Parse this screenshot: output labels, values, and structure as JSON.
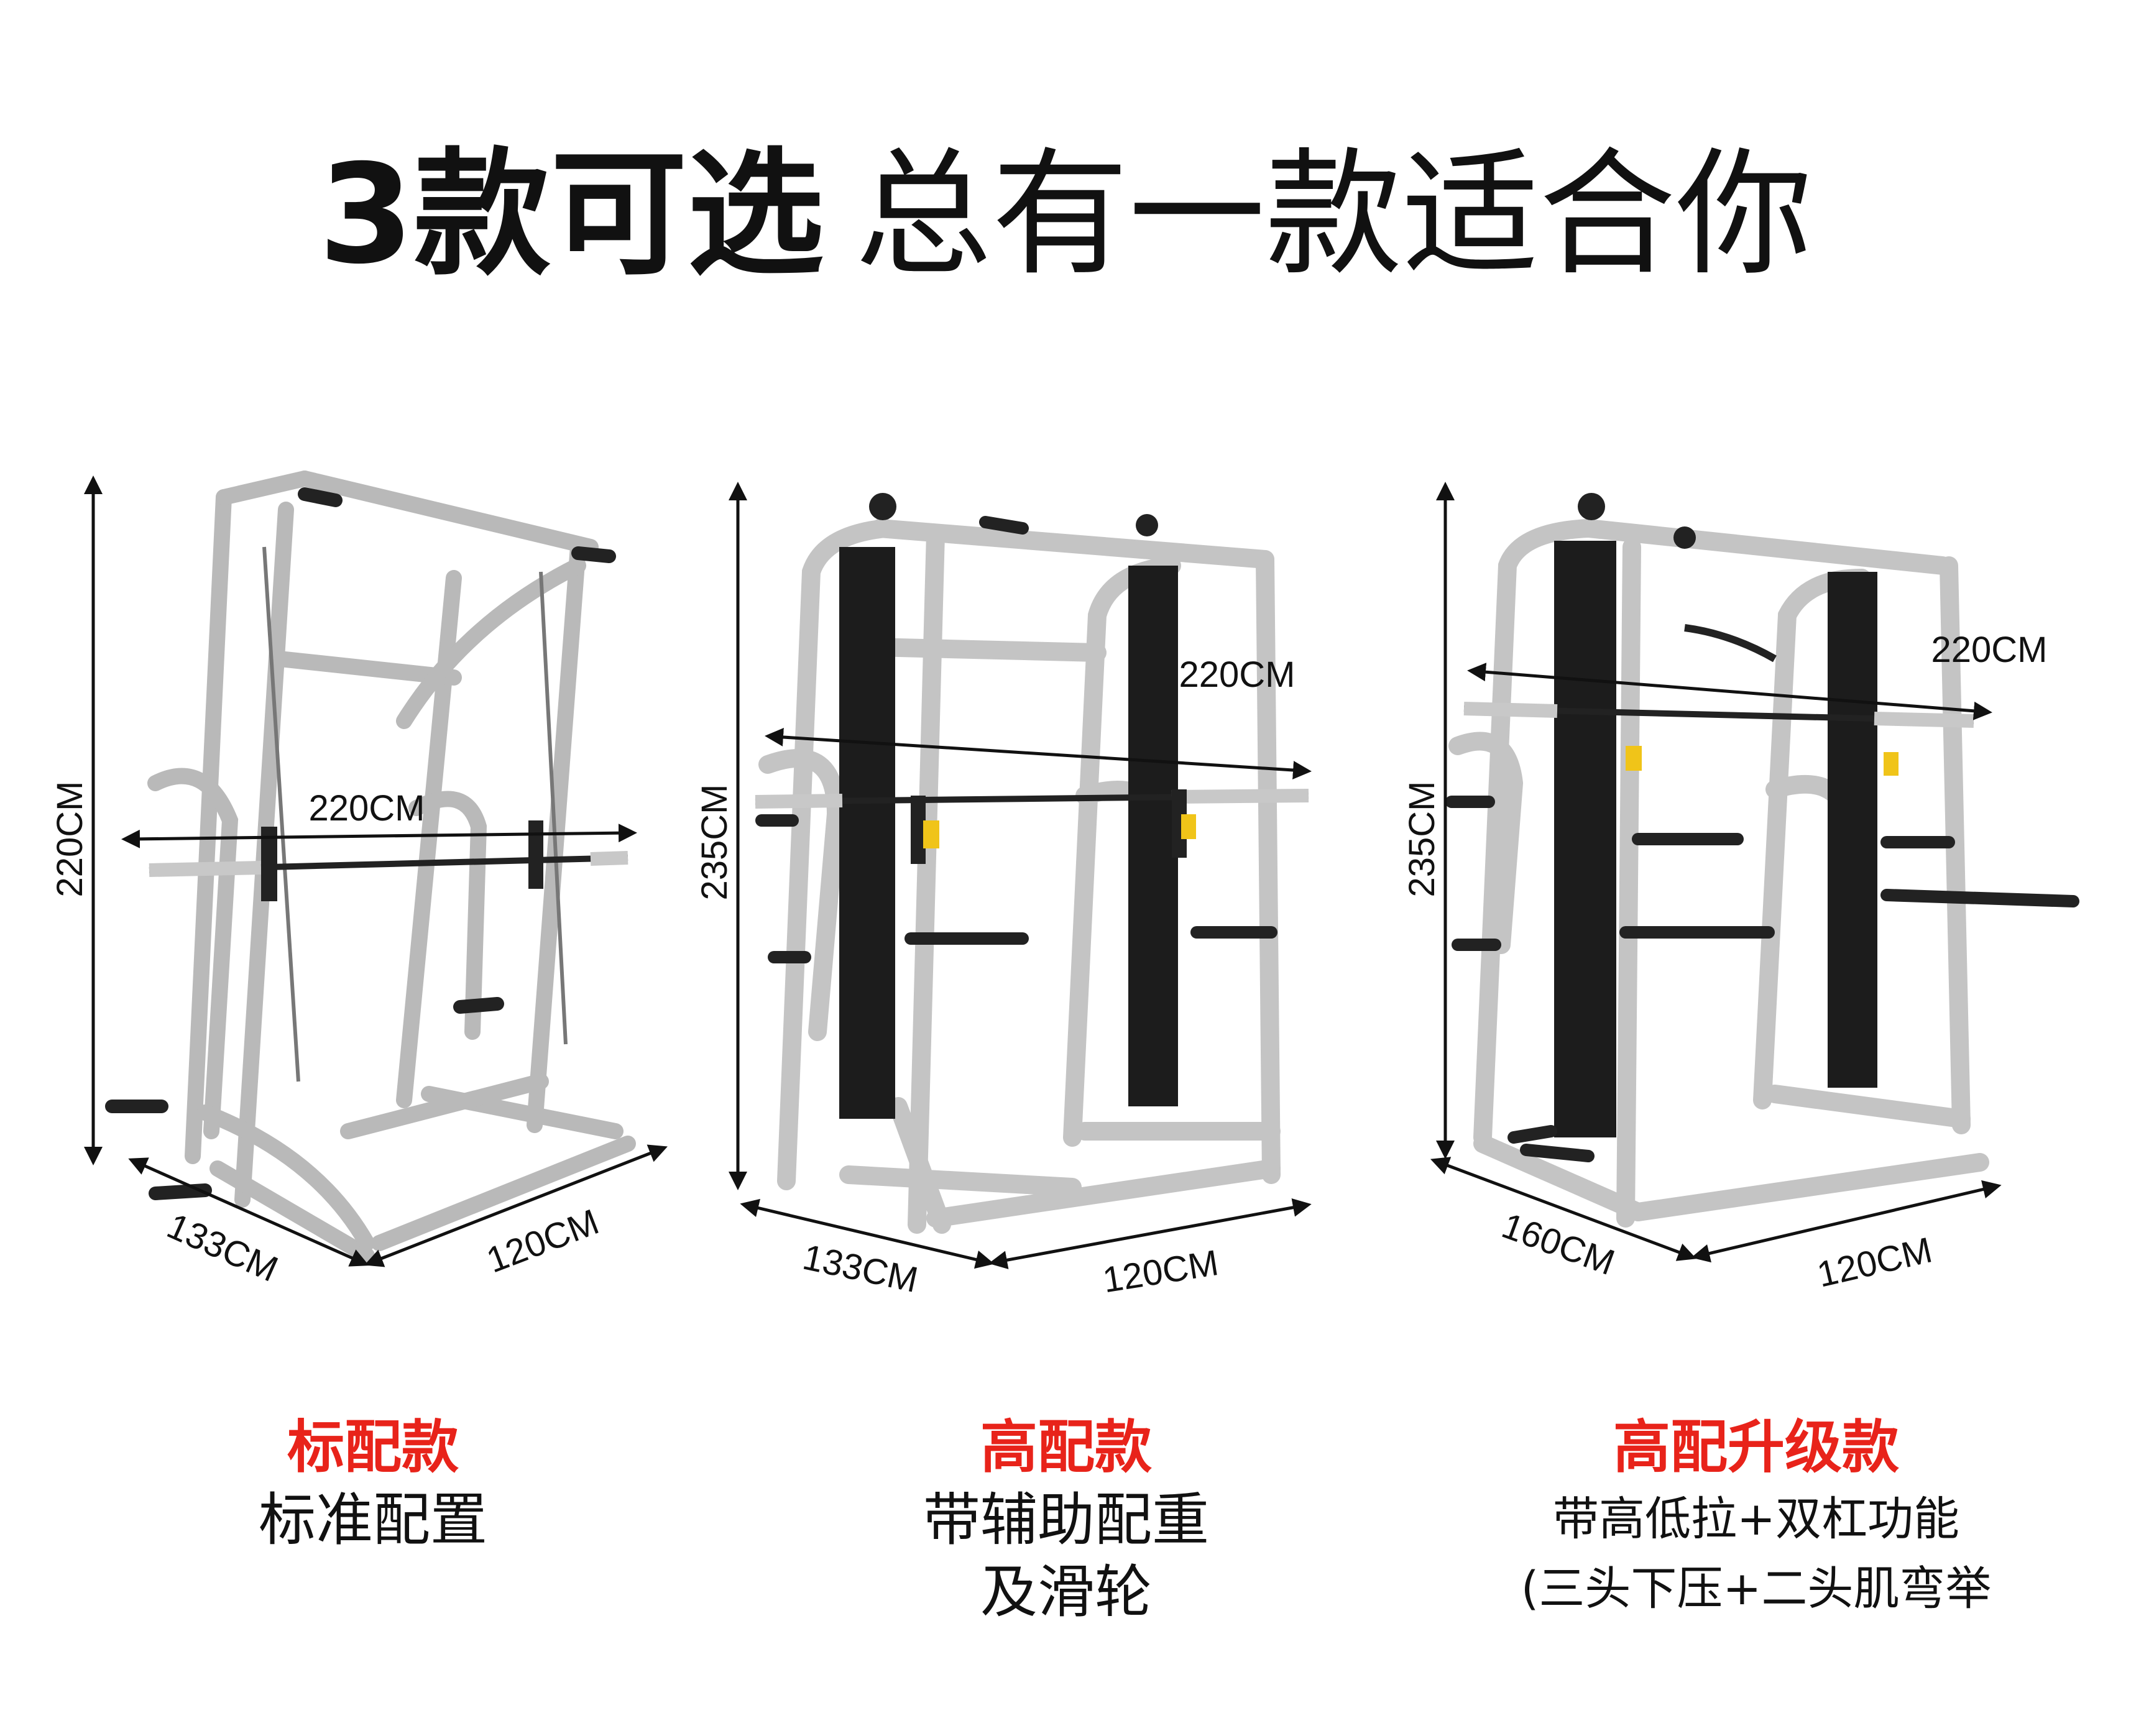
{
  "title": {
    "bold": "3款可选",
    "light": "总有一款适合你"
  },
  "products": [
    {
      "name": "标配款",
      "desc_lines": [
        "标准配置"
      ],
      "dims": {
        "height": "220CM",
        "bar": "220CM",
        "depth": "133CM",
        "width": "120CM"
      }
    },
    {
      "name": "高配款",
      "desc_lines": [
        "带辅助配重",
        "及滑轮"
      ],
      "dims": {
        "height": "235CM",
        "bar": "220CM",
        "depth": "133CM",
        "width": "120CM"
      }
    },
    {
      "name": "高配升级款",
      "desc_lines": [
        "带高低拉+双杠功能",
        "(三头下压+二头肌弯举"
      ],
      "dims": {
        "height": "235CM",
        "bar": "220CM",
        "depth": "160CM",
        "width": "120CM"
      }
    }
  ],
  "colors": {
    "accent": "#e8231a",
    "frame": "#b9b9b9",
    "weight_stack": "#1c1c1c",
    "handle": "#f0c419"
  }
}
